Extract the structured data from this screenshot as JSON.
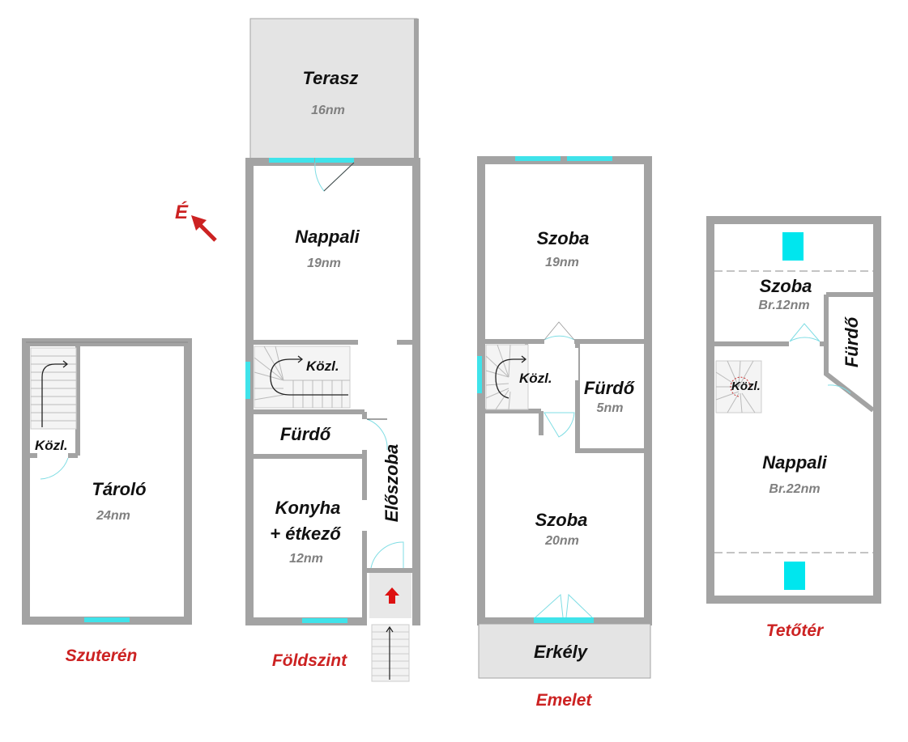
{
  "colors": {
    "wall": "#a3a3a3",
    "wall_edge": "#8a8a8a",
    "window": "#3fe3ea",
    "terrace": "#e4e4e4",
    "label": "#cc2222",
    "area": "#808080",
    "arrow": "#dd1111"
  },
  "compass": {
    "label": "É"
  },
  "floors": {
    "suteren": {
      "label": "Szuterén",
      "rooms": {
        "storage": {
          "name": "Tároló",
          "area": "24nm"
        },
        "stair": {
          "name": "Közl."
        }
      }
    },
    "foldszint": {
      "label": "Földszint",
      "rooms": {
        "terrace": {
          "name": "Terasz",
          "area": "16nm"
        },
        "living": {
          "name": "Nappali",
          "area": "19nm"
        },
        "stair": {
          "name": "Közl."
        },
        "bath": {
          "name": "Fürdő"
        },
        "kitchen": {
          "name_line1": "Konyha",
          "name_line2": "+ étkező",
          "area": "12nm"
        },
        "hall": {
          "name": "Előszoba"
        }
      }
    },
    "emelet": {
      "label": "Emelet",
      "rooms": {
        "room_top": {
          "name": "Szoba",
          "area": "19nm"
        },
        "stair": {
          "name": "Közl."
        },
        "bath": {
          "name": "Fürdő",
          "area": "5nm"
        },
        "room_bottom": {
          "name": "Szoba",
          "area": "20nm"
        },
        "balcony": {
          "name": "Erkély"
        }
      }
    },
    "tetoter": {
      "label": "Tetőtér",
      "rooms": {
        "room": {
          "name": "Szoba",
          "area": "Br.12nm"
        },
        "bath": {
          "name": "Fürdő"
        },
        "stair": {
          "name": "Közl."
        },
        "living": {
          "name": "Nappali",
          "area": "Br.22nm"
        }
      }
    }
  }
}
